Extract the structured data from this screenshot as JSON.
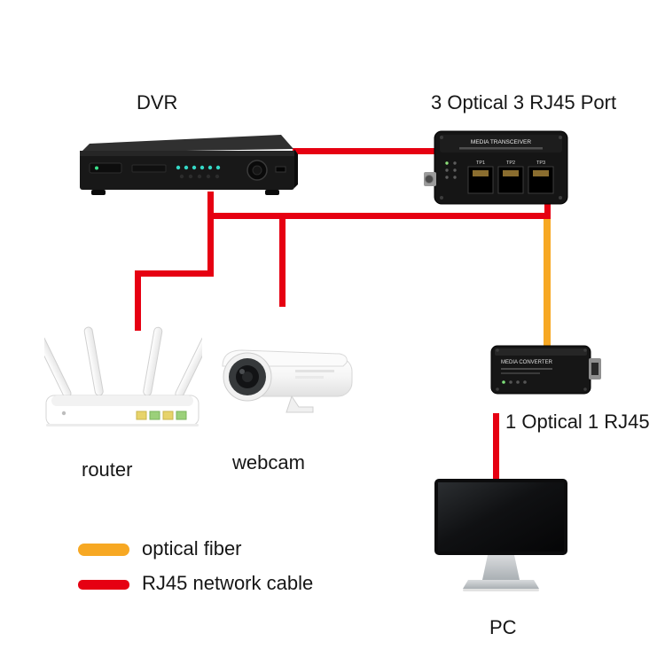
{
  "colors": {
    "background": "#FFFFFF",
    "rj45_cable": "#E60012",
    "optical_fiber": "#F7A823"
  },
  "devices": {
    "dvr": {
      "label": "DVR"
    },
    "converter3": {
      "label": "3 Optical 3 RJ45 Port",
      "panel_text": "MEDIA TRANSCEIVER",
      "ports": [
        "TP1",
        "TP2",
        "TP3"
      ]
    },
    "router": {
      "label": "router"
    },
    "webcam": {
      "label": "webcam"
    },
    "converter1": {
      "label": "1 Optical 1 RJ45",
      "panel_text": "MEDIA CONVERTER"
    },
    "pc": {
      "label": "PC"
    }
  },
  "legend": {
    "items": [
      {
        "label": "optical fiber",
        "color": "#F7A823"
      },
      {
        "label": "RJ45 network cable",
        "color": "#E60012"
      }
    ]
  },
  "connections": [
    {
      "from": "dvr",
      "to": "converter3",
      "cable": "rj45"
    },
    {
      "from": "router",
      "to": "converter3",
      "cable": "rj45"
    },
    {
      "from": "webcam",
      "to": "converter3",
      "cable": "rj45"
    },
    {
      "from": "converter3",
      "to": "converter1",
      "cable": "optical_fiber"
    },
    {
      "from": "converter1",
      "to": "pc",
      "cable": "rj45"
    }
  ]
}
